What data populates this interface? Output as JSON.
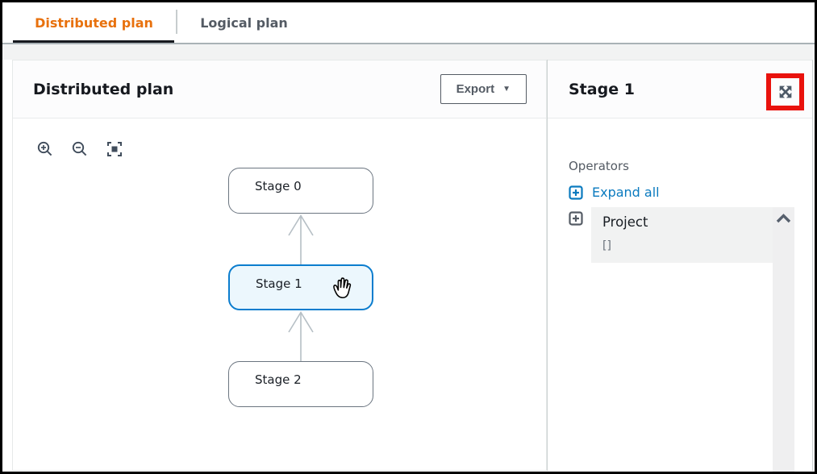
{
  "tabs": {
    "distributed": {
      "label": "Distributed plan",
      "active": true
    },
    "logical": {
      "label": "Logical plan",
      "active": false
    }
  },
  "main": {
    "title": "Distributed plan",
    "export_button": {
      "label": "Export",
      "caret": "▼"
    },
    "toolbar": {
      "icons": [
        "zoom-in",
        "zoom-out",
        "fit-view"
      ]
    },
    "diagram": {
      "nodes": [
        {
          "id": "stage0",
          "label": "Stage 0",
          "selected": false
        },
        {
          "id": "stage1",
          "label": "Stage 1",
          "selected": true,
          "cursor": "hand"
        },
        {
          "id": "stage2",
          "label": "Stage 2",
          "selected": false
        }
      ],
      "edges": [
        {
          "from": "Stage 1",
          "to": "Stage 0"
        },
        {
          "from": "Stage 2",
          "to": "Stage 1"
        }
      ]
    }
  },
  "details": {
    "title": "Stage 1",
    "operators_label": "Operators",
    "expand_all_label": "Expand all",
    "operators": [
      {
        "name": "Project",
        "detail": "[]"
      }
    ],
    "annotation": {
      "type": "red-highlight-box",
      "target": "expand-icon"
    }
  },
  "colors": {
    "accent_orange": "#e8710d",
    "link_blue": "#0a7abf",
    "selected_node_border": "#0b7dce",
    "selected_node_bg": "#ecf7fd",
    "annotation_red": "#e9120d"
  }
}
